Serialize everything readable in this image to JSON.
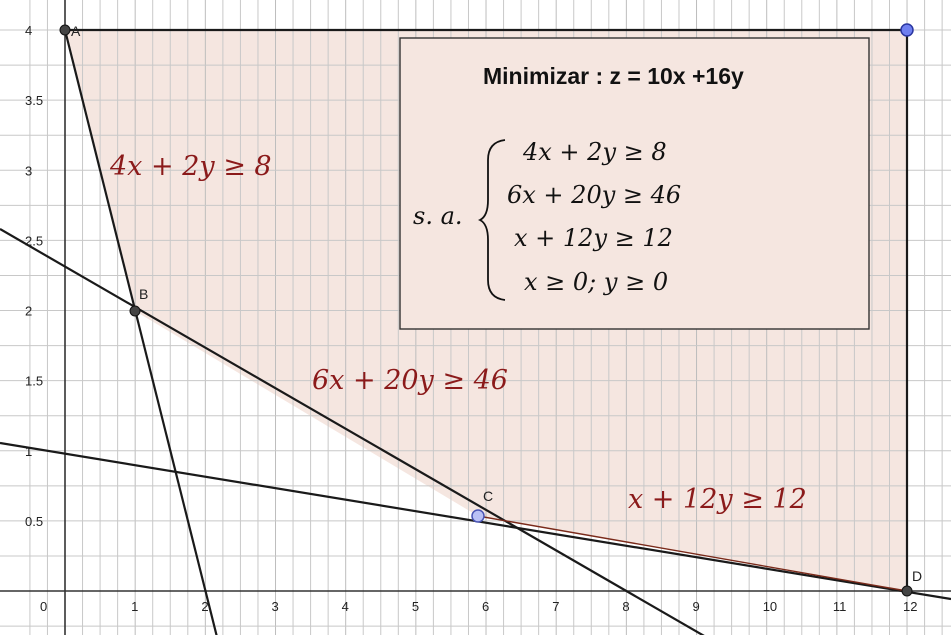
{
  "graph": {
    "x_ticks": [
      "0",
      "1",
      "2",
      "3",
      "4",
      "5",
      "6",
      "7",
      "8",
      "9",
      "10",
      "11",
      "12"
    ],
    "y_ticks": [
      "0.5",
      "1",
      "1.5",
      "2",
      "2.5",
      "3",
      "3.5",
      "4"
    ],
    "points": {
      "A": {
        "label": "A",
        "x": 0,
        "y": 4
      },
      "B": {
        "label": "B",
        "x": 1,
        "y": 2
      },
      "C": {
        "label": "C",
        "x": 5.87,
        "y": 0.51
      },
      "D": {
        "label": "D",
        "x": 12,
        "y": 0
      }
    },
    "colors": {
      "region_fill": "#f5e6e0",
      "constraint_text": "#8b1a1a",
      "point_fill": "#6f7ff0",
      "line": "#1a1a1a"
    }
  },
  "labels": {
    "c1": "4x + 2y ≥ 8",
    "c2": "6x + 20y ≥ 46",
    "c3": "x + 12y ≥ 12"
  },
  "problem_box": {
    "title": "Minimizar : z = 10x +16y",
    "sa": "s. a.",
    "constraints": [
      "4x + 2y ≥ 8",
      "6x + 20y ≥ 46",
      "x + 12y ≥ 12",
      "x ≥ 0; y ≥ 0"
    ]
  }
}
